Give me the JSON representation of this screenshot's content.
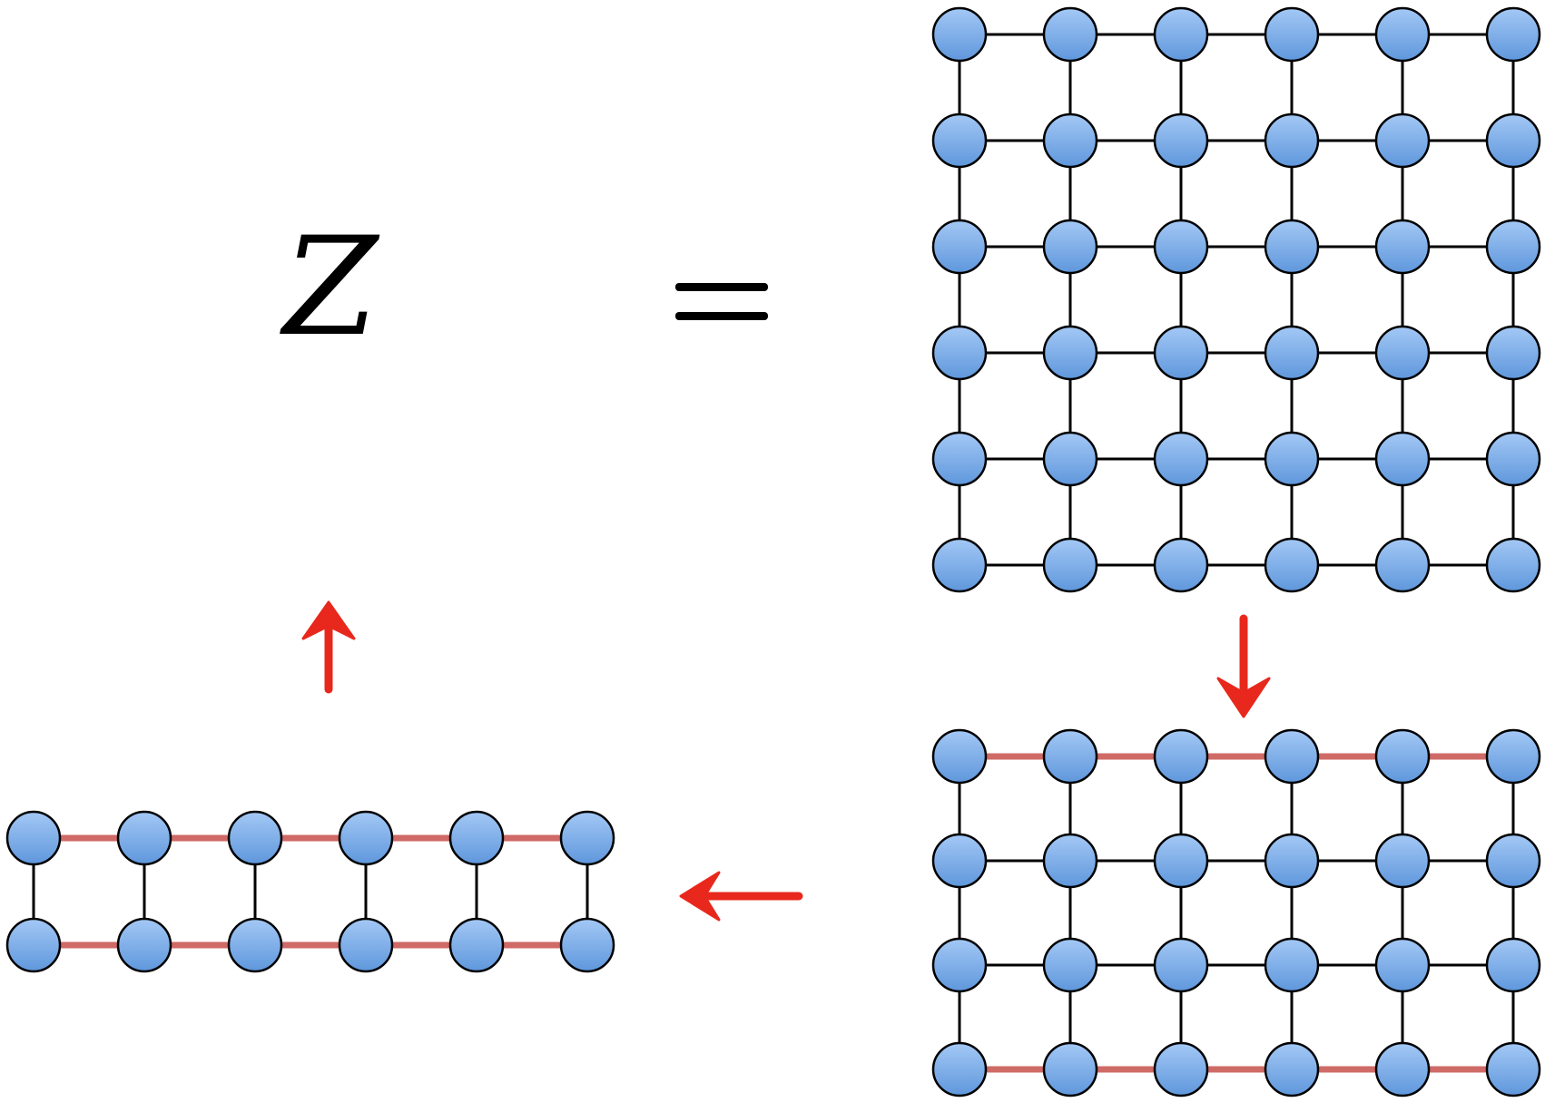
{
  "equation": {
    "lhs": "Z",
    "operator": "="
  },
  "colors": {
    "node_fill_top": "#a3c8f5",
    "node_fill_bottom": "#5f97dc",
    "edge": "#000000",
    "boundary_edge": "#cf6a66",
    "arrow": "#e8281c"
  },
  "diagrams": [
    {
      "name": "full-lattice",
      "rows": 6,
      "cols": 6,
      "red_top_row": false,
      "red_bottom_row": false
    },
    {
      "name": "reduced-lattice",
      "rows": 4,
      "cols": 6,
      "red_top_row": true,
      "red_bottom_row": true
    },
    {
      "name": "two-row-lattice",
      "rows": 2,
      "cols": 6,
      "red_top_row": true,
      "red_bottom_row": true
    }
  ],
  "arrows": [
    {
      "name": "arrow-down",
      "direction": "down"
    },
    {
      "name": "arrow-left",
      "direction": "left"
    },
    {
      "name": "arrow-up",
      "direction": "up"
    }
  ]
}
